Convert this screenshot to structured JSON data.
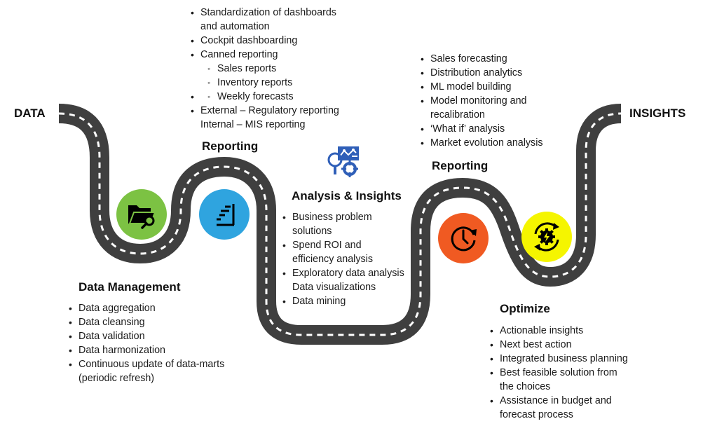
{
  "endpoints": {
    "start": "DATA",
    "end": "INSIGHTS"
  },
  "colors": {
    "road": "#3f3f3f",
    "lane_marking": "#ffffff",
    "data_management": "#7cc243",
    "reporting_1": "#2fa4df",
    "reporting_2": "#f05a22",
    "optimize": "#f5f500",
    "analysis_icon": "#2f5fb8"
  },
  "stages": {
    "data_management": {
      "title": "Data Management",
      "icon": "folder-search-icon",
      "items": [
        "Data aggregation",
        "Data cleansing",
        "Data validation",
        "Data harmonization",
        "Continuous update of data-marts",
        "(periodic refresh)"
      ]
    },
    "reporting_1": {
      "title": "Reporting",
      "icon": "stairs-chart-icon",
      "items": [
        "Standardization of dashboards",
        "and automation",
        "Cockpit dashboarding",
        "Canned reporting",
        "Sales reports",
        "Inventory reports",
        "Weekly forecasts",
        "External – Regulatory reporting",
        "Internal – MIS reporting"
      ]
    },
    "analysis": {
      "title": "Analysis & Insights",
      "icon": "analytics-gear-icon",
      "items": [
        "Business problem",
        "solutions",
        "Spend ROI and",
        "efficiency analysis",
        "Exploratory data analysis",
        "Data visualizations",
        "Data mining"
      ]
    },
    "reporting_2": {
      "title": "Reporting",
      "icon": "clock-refresh-icon",
      "items": [
        "Sales forecasting",
        "Distribution analytics",
        "ML model building",
        "Model monitoring and",
        "recalibration",
        "‘What if’ analysis",
        "Market evolution analysis"
      ]
    },
    "optimize": {
      "title": "Optimize",
      "icon": "gear-cycle-icon",
      "items": [
        "Actionable insights",
        "Next best action",
        "Integrated business planning",
        "Best feasible solution from",
        "the choices",
        "Assistance in budget and",
        "forecast process"
      ]
    }
  }
}
